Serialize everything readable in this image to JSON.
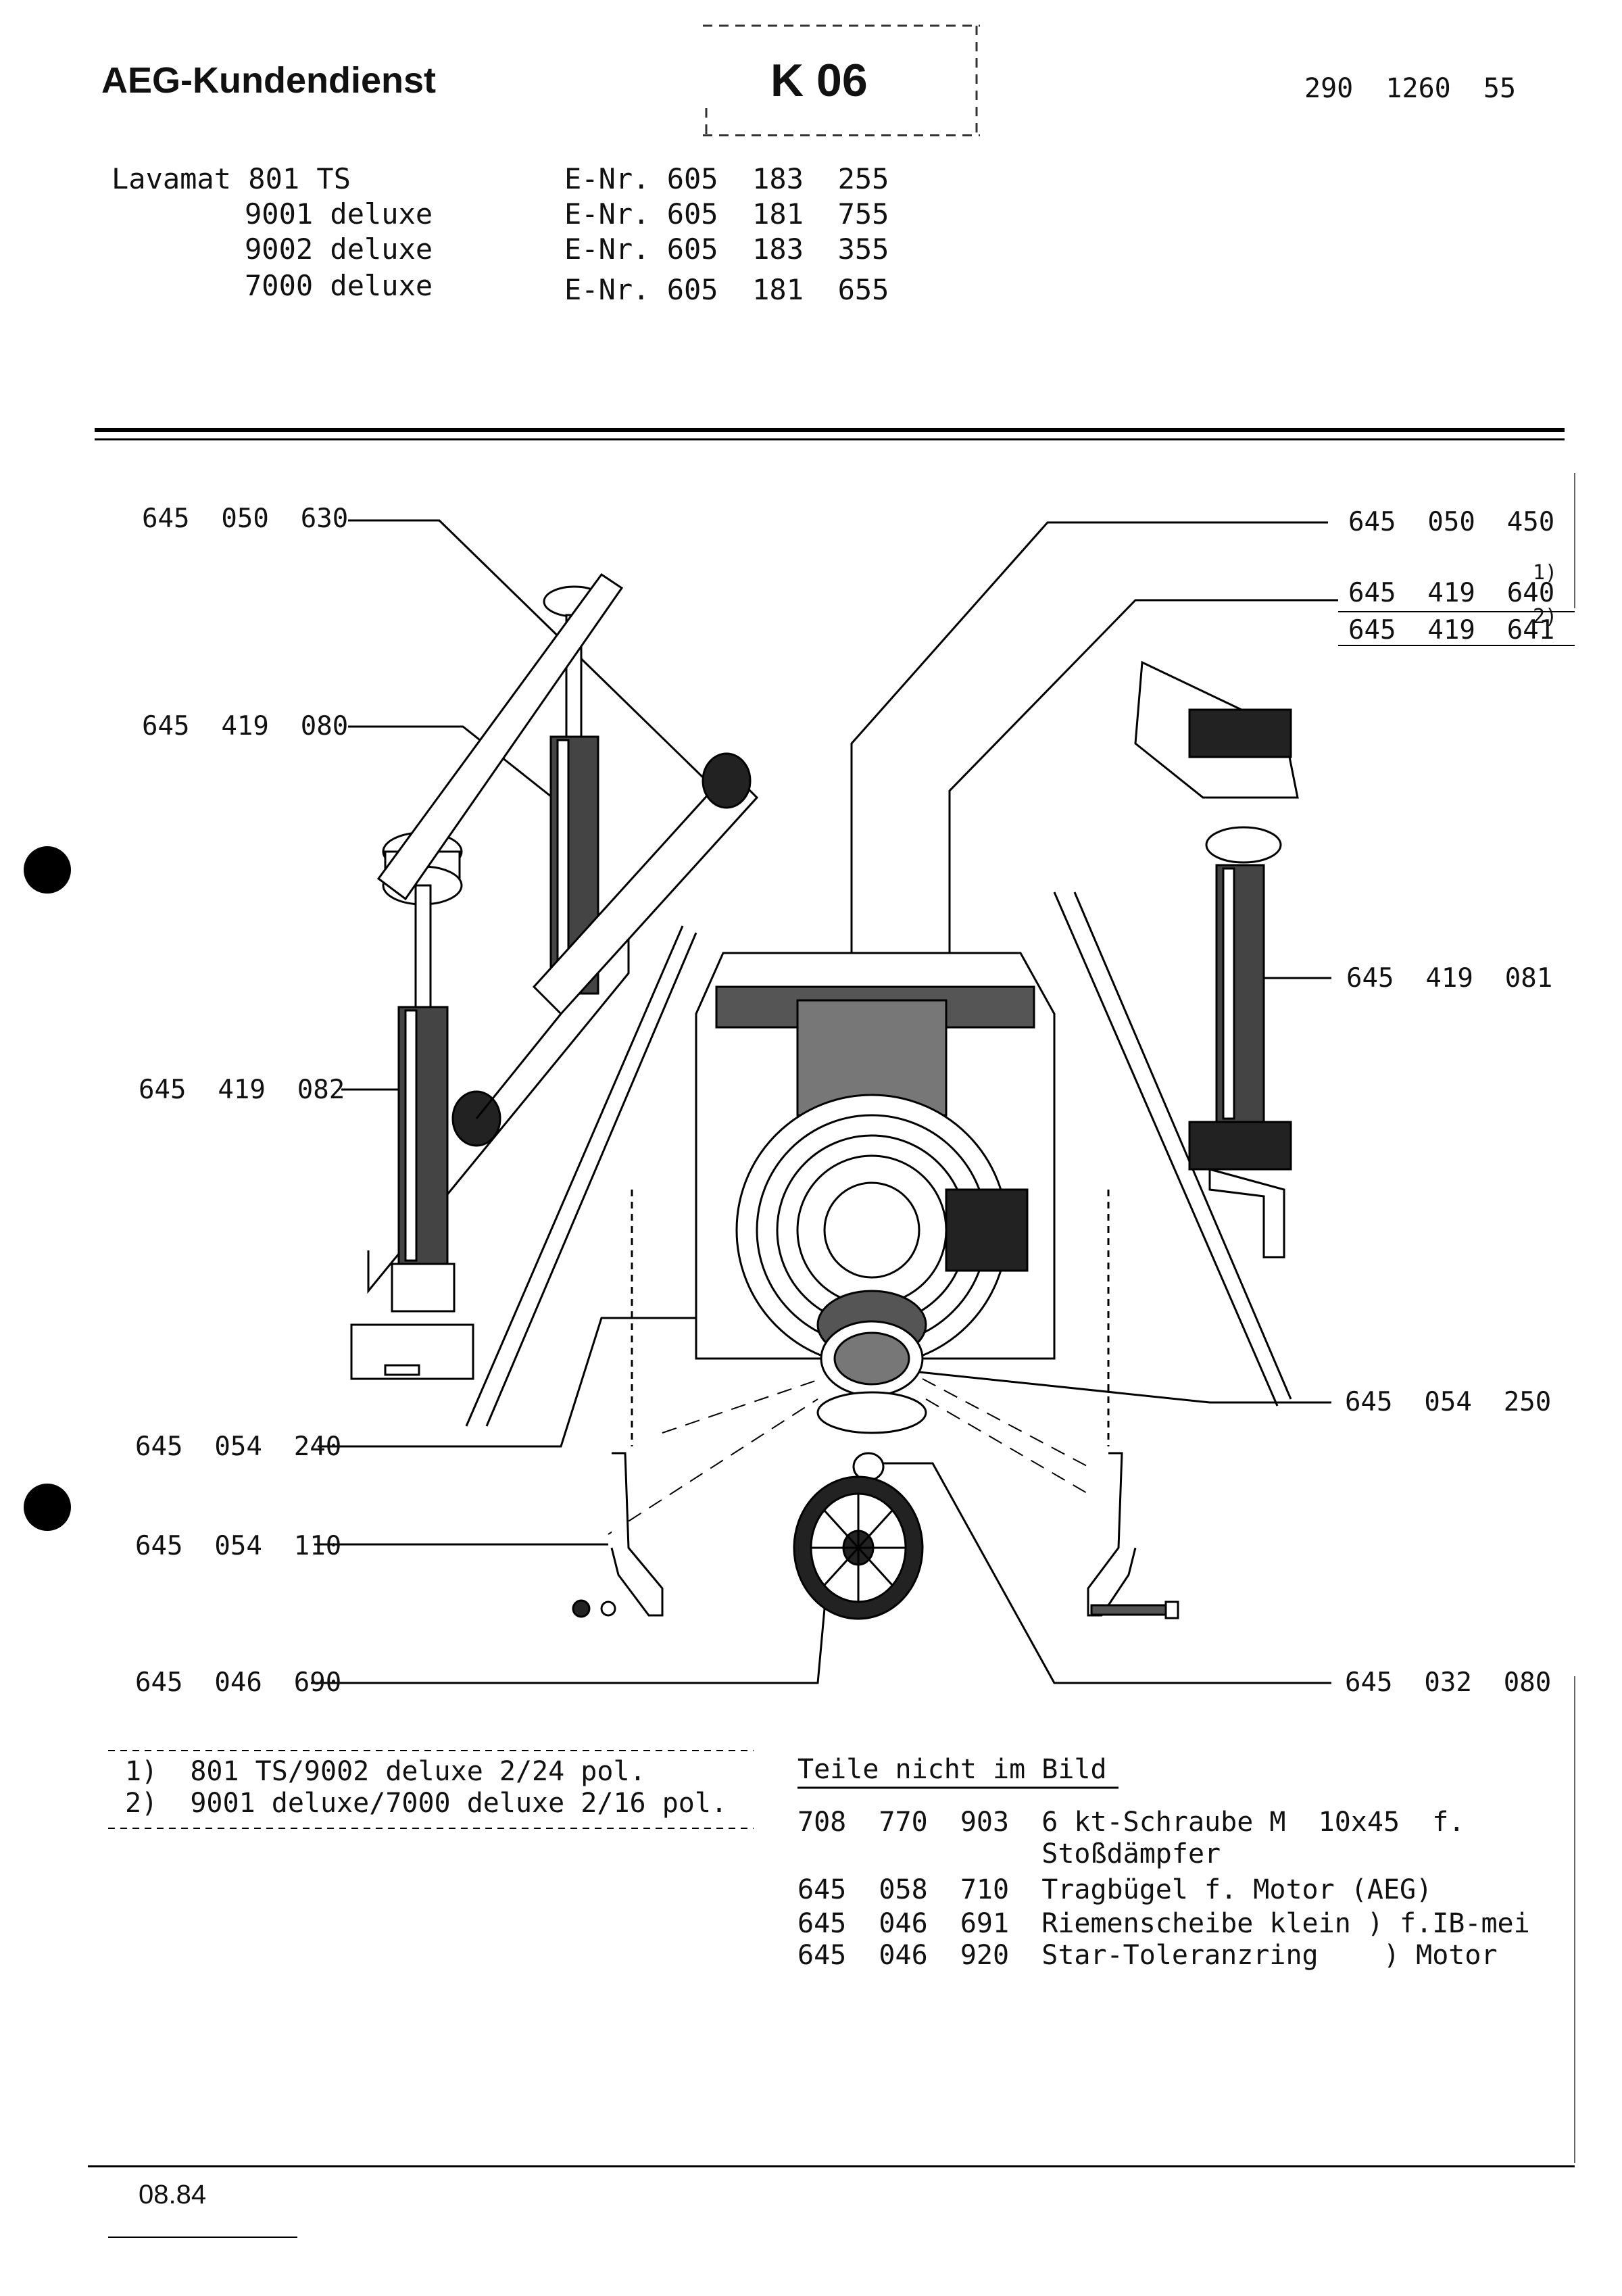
{
  "header": {
    "brand": "AEG-Kundendienst",
    "code": "K 06",
    "doc_number": "290  1260  55"
  },
  "models": [
    {
      "name": "Lavamat 801 TS",
      "enr": "E-Nr. 605  183  255"
    },
    {
      "name": "9001 deluxe",
      "enr": "E-Nr. 605  181  755"
    },
    {
      "name": "9002 deluxe",
      "enr": "E-Nr. 605  183  355"
    },
    {
      "name": "7000 deluxe",
      "enr": "E-Nr. 605  181  655"
    }
  ],
  "callouts": {
    "left": [
      "645  050  630",
      "645  419  080",
      "645  419  082",
      "645  054  240",
      "645  054  110",
      "645  046  690"
    ],
    "right": [
      "645  050  450",
      "645  419  640",
      "645  419  641",
      "645  419  081",
      "645  054  250",
      "645  032  080"
    ],
    "sup_640": "1)",
    "sup_641": "2)"
  },
  "footnotes": [
    "1)  801 TS/9002 deluxe 2/24 pol.",
    "2)  9001 deluxe/7000 deluxe 2/16 pol."
  ],
  "parts_not_shown": {
    "heading": "Teile nicht im Bild",
    "lines": [
      "708  770  903  6 kt-Schraube M  10x45  f.",
      "               Stoßdämpfer",
      "645  058  710  Tragbügel f. Motor (AEG)",
      "645  046  691  Riemenscheibe klein ) f.IB-mei",
      "645  046  920  Star-Toleranzring    ) Motor"
    ]
  },
  "footer": {
    "date": "08.84"
  }
}
